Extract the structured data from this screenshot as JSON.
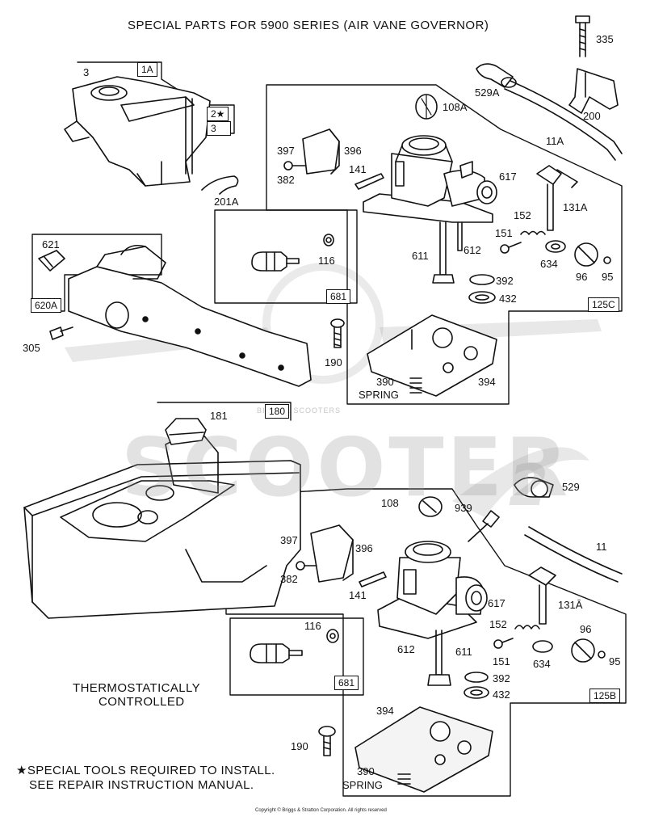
{
  "title": "SPECIAL PARTS FOR 5900 SERIES (AIR VANE GOVERNOR)",
  "notes": {
    "thermo_line1": "THERMOSTATICALLY",
    "thermo_line2": "CONTROLLED",
    "special_tools_line1": "★SPECIAL TOOLS REQUIRED TO INSTALL.",
    "special_tools_line2": "SEE REPAIR INSTRUCTION MANUAL."
  },
  "watermark": {
    "main": "SCOOTER",
    "sub": "BIKES & SCOOTERS",
    "mark": "2"
  },
  "copyright": "Copyright © Briggs & Stratton Corporation. All rights reserved",
  "box_labels": [
    "1A",
    "2★",
    "3",
    "620A",
    "681",
    "125C",
    "180",
    "681",
    "125B"
  ],
  "part_labels": {
    "p335": "335",
    "p529a": "529A",
    "p200": "200",
    "p11a": "11A",
    "p3": "3",
    "p201a": "201A",
    "p108a": "108A",
    "p397a": "397",
    "p396a": "396",
    "p382a": "382",
    "p141a": "141",
    "p617a": "617",
    "p131a": "131A",
    "p152a": "152",
    "p151a": "151",
    "p611a": "611",
    "p612a": "612",
    "p116a": "116",
    "p634a": "634",
    "p96a": "96",
    "p95a": "95",
    "p392a": "392",
    "p432a": "432",
    "p621": "621",
    "p305": "305",
    "p190a": "190",
    "p390a": "390",
    "p394a": "394",
    "spring_a": "SPRING",
    "p181": "181",
    "p529": "529",
    "p108": "108",
    "p939": "939",
    "p11": "11",
    "p397b": "397",
    "p396b": "396",
    "p382b": "382",
    "p141b": "141",
    "p617b": "617",
    "p131b": "131Ā",
    "p96b": "96",
    "p95b": "95",
    "p152b": "152",
    "p151b": "151",
    "p612b": "612",
    "p611b": "611",
    "p634b": "634",
    "p116b": "116",
    "p392b": "392",
    "p432b": "432",
    "p394b": "394",
    "p190b": "190",
    "p390b": "390",
    "spring_b": "SPRING"
  }
}
